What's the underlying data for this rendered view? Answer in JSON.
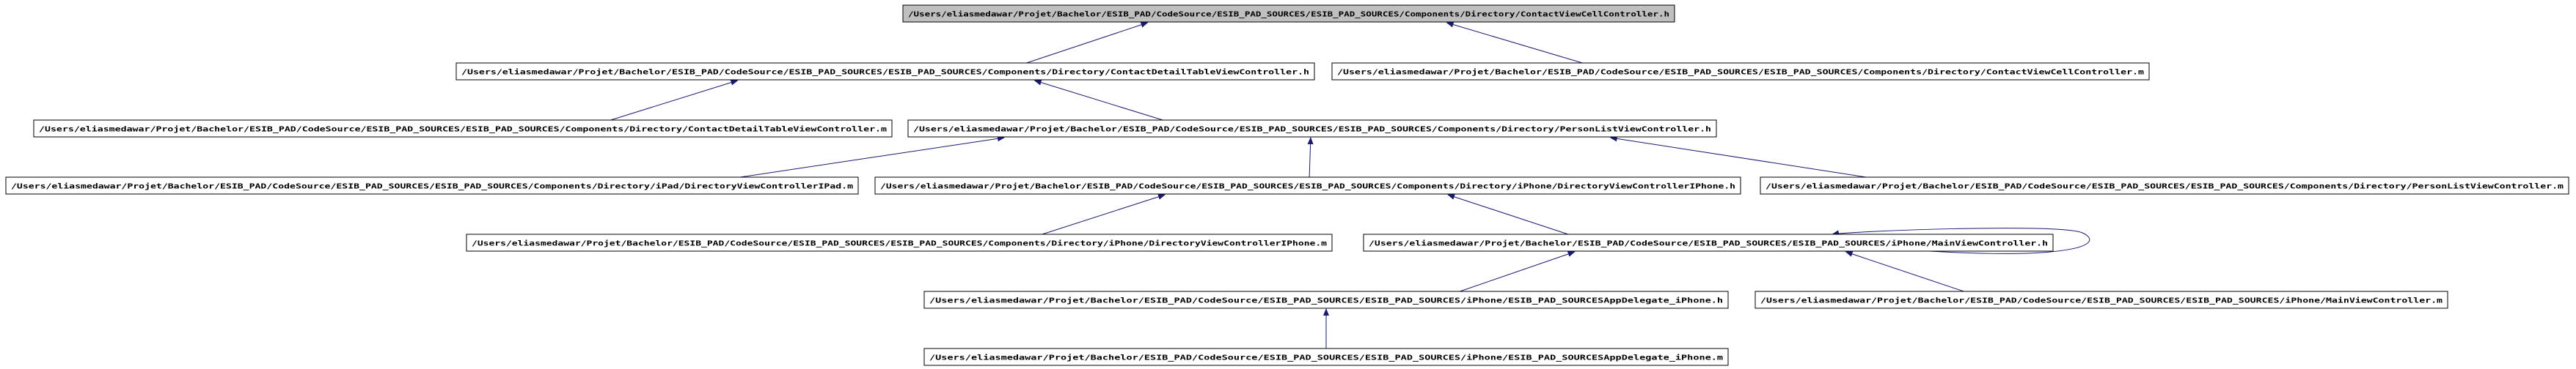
{
  "colors": {
    "background": "#ffffff",
    "node_border": "#000000",
    "root_fill": "#bfbfbf",
    "node_fill": "#ffffff",
    "edge": "#191970"
  },
  "nodes": [
    {
      "id": "n0",
      "label": "/Users/eliasmedawar/Projet/Bachelor/ESIB_PAD/CodeSource/ESIB_PAD_SOURCES/ESIB_PAD_SOURCES/Components/Directory/ContactViewCellController.h",
      "root": true
    },
    {
      "id": "n1",
      "label": "/Users/eliasmedawar/Projet/Bachelor/ESIB_PAD/CodeSource/ESIB_PAD_SOURCES/ESIB_PAD_SOURCES/Components/Directory/ContactDetailTableViewController.h"
    },
    {
      "id": "n2",
      "label": "/Users/eliasmedawar/Projet/Bachelor/ESIB_PAD/CodeSource/ESIB_PAD_SOURCES/ESIB_PAD_SOURCES/Components/Directory/ContactViewCellController.m"
    },
    {
      "id": "n3",
      "label": "/Users/eliasmedawar/Projet/Bachelor/ESIB_PAD/CodeSource/ESIB_PAD_SOURCES/ESIB_PAD_SOURCES/Components/Directory/ContactDetailTableViewController.m"
    },
    {
      "id": "n4",
      "label": "/Users/eliasmedawar/Projet/Bachelor/ESIB_PAD/CodeSource/ESIB_PAD_SOURCES/ESIB_PAD_SOURCES/Components/Directory/PersonListViewController.h"
    },
    {
      "id": "n5",
      "label": "/Users/eliasmedawar/Projet/Bachelor/ESIB_PAD/CodeSource/ESIB_PAD_SOURCES/ESIB_PAD_SOURCES/Components/Directory/iPad/DirectoryViewControllerIPad.m"
    },
    {
      "id": "n6",
      "label": "/Users/eliasmedawar/Projet/Bachelor/ESIB_PAD/CodeSource/ESIB_PAD_SOURCES/ESIB_PAD_SOURCES/Components/Directory/iPhone/DirectoryViewControllerIPhone.h"
    },
    {
      "id": "n7",
      "label": "/Users/eliasmedawar/Projet/Bachelor/ESIB_PAD/CodeSource/ESIB_PAD_SOURCES/ESIB_PAD_SOURCES/Components/Directory/PersonListViewController.m"
    },
    {
      "id": "n8",
      "label": "/Users/eliasmedawar/Projet/Bachelor/ESIB_PAD/CodeSource/ESIB_PAD_SOURCES/ESIB_PAD_SOURCES/Components/Directory/iPhone/DirectoryViewControllerIPhone.m"
    },
    {
      "id": "n9",
      "label": "/Users/eliasmedawar/Projet/Bachelor/ESIB_PAD/CodeSource/ESIB_PAD_SOURCES/ESIB_PAD_SOURCES/iPhone/MainViewController.h"
    },
    {
      "id": "n10",
      "label": "/Users/eliasmedawar/Projet/Bachelor/ESIB_PAD/CodeSource/ESIB_PAD_SOURCES/ESIB_PAD_SOURCES/iPhone/ESIB_PAD_SOURCESAppDelegate_iPhone.h"
    },
    {
      "id": "n11",
      "label": "/Users/eliasmedawar/Projet/Bachelor/ESIB_PAD/CodeSource/ESIB_PAD_SOURCES/ESIB_PAD_SOURCES/iPhone/MainViewController.m"
    },
    {
      "id": "n12",
      "label": "/Users/eliasmedawar/Projet/Bachelor/ESIB_PAD/CodeSource/ESIB_PAD_SOURCES/ESIB_PAD_SOURCES/iPhone/ESIB_PAD_SOURCESAppDelegate_iPhone.m"
    }
  ],
  "edges": [
    {
      "from": "n1",
      "to": "n0"
    },
    {
      "from": "n2",
      "to": "n0"
    },
    {
      "from": "n3",
      "to": "n1"
    },
    {
      "from": "n4",
      "to": "n1"
    },
    {
      "from": "n5",
      "to": "n4"
    },
    {
      "from": "n6",
      "to": "n4"
    },
    {
      "from": "n7",
      "to": "n4"
    },
    {
      "from": "n8",
      "to": "n6"
    },
    {
      "from": "n9",
      "to": "n6"
    },
    {
      "from": "n9",
      "to": "n9"
    },
    {
      "from": "n10",
      "to": "n9"
    },
    {
      "from": "n11",
      "to": "n9"
    },
    {
      "from": "n12",
      "to": "n10"
    }
  ]
}
